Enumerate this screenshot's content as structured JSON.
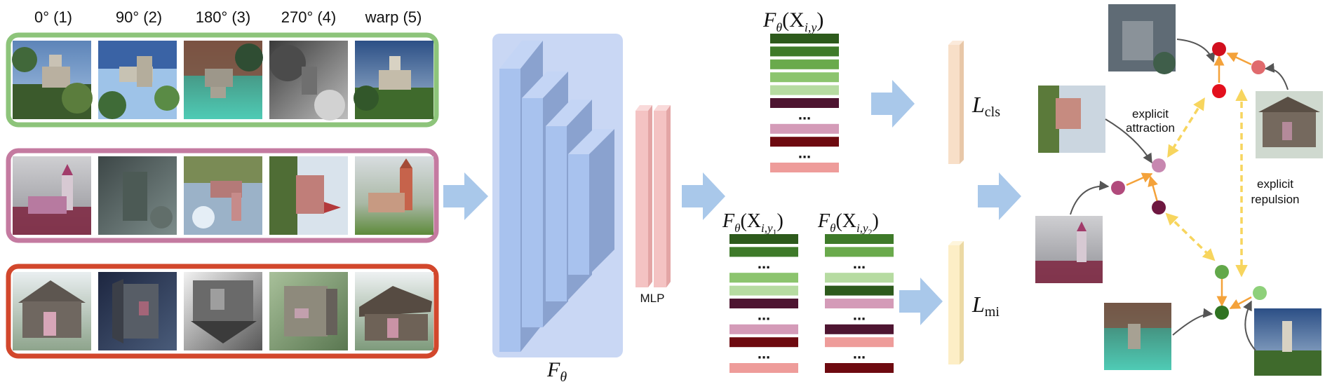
{
  "headers": [
    "0° (1)",
    "90° (2)",
    "180° (3)",
    "270° (4)",
    "warp (5)"
  ],
  "image_rows": [
    {
      "border_color": "#8dc47a",
      "name": "castle"
    },
    {
      "border_color": "#c47aa0",
      "name": "church"
    },
    {
      "border_color": "#d2472c",
      "name": "cabin"
    }
  ],
  "encoder_label": {
    "base": "F",
    "sub": "θ"
  },
  "mlp_label": "MLP",
  "top_feature": {
    "base": "F",
    "sub": "θ",
    "arg": "(X",
    "arg_sub": "i,y",
    "close": ")"
  },
  "bottom_feature_left": {
    "base": "F",
    "sub": "θ",
    "arg": "(X",
    "arg_sub": "i,y",
    "arg_subsub": "1",
    "close": ")"
  },
  "bottom_feature_right": {
    "base": "F",
    "sub": "θ",
    "arg": "(X",
    "arg_sub": "i,y",
    "arg_subsub": "2",
    "close": ")"
  },
  "ellipsis": "...",
  "loss_cls": {
    "base": "L",
    "sub": "cls"
  },
  "loss_mi": {
    "base": "L",
    "sub": "mi"
  },
  "annotations": {
    "attraction": [
      "explicit",
      "attraction"
    ],
    "repulsion": [
      "explicit",
      "repulsion"
    ]
  },
  "colors": {
    "encoder_bg": "#c9d7f4",
    "encoder_block": "#a8c2ee",
    "arrow": "#a9c8ea",
    "mlp": "#f4c3c3",
    "loss_cls": "#f8dfc8",
    "loss_mi": "#fdeec6",
    "attraction_arrow": "#f7d55e",
    "orange_arrow": "#f4a23a"
  },
  "top_bars": [
    "#2d5a1c",
    "#3e7a29",
    "#6aaa4c",
    "#8cc46e",
    "#b6dba1",
    "#4e1531",
    "ellipsis",
    "#d49bb8",
    "#6e0a10",
    "ellipsis",
    "#ee9c9a"
  ],
  "bottom_left_bars": [
    "#2d5a1c",
    "#3e7a29",
    "ellipsis",
    "#8cc46e",
    "#b6dba1",
    "#4e1531",
    "ellipsis",
    "#d49bb8",
    "#6e0a10",
    "ellipsis",
    "#ee9c9a"
  ],
  "bottom_right_bars": [
    "#3e7a29",
    "#6aaa4c",
    "ellipsis",
    "#b6dba1",
    "#2d5a1c",
    "#d49bb8",
    "ellipsis",
    "#4e1531",
    "#ee9c9a",
    "ellipsis",
    "#6e0a10"
  ],
  "nodes": [
    {
      "id": "red_top",
      "color": "#d10f1e"
    },
    {
      "id": "red_light",
      "color": "#e06a6d"
    },
    {
      "id": "red_mid",
      "color": "#e3101d"
    },
    {
      "id": "pink_center",
      "color": "#c787b0"
    },
    {
      "id": "purple_left",
      "color": "#b14a7c"
    },
    {
      "id": "purple_dark",
      "color": "#6e1740"
    },
    {
      "id": "green_mid",
      "color": "#62a84a"
    },
    {
      "id": "green_light",
      "color": "#8ed07a"
    },
    {
      "id": "green_dark",
      "color": "#2f7321"
    }
  ]
}
